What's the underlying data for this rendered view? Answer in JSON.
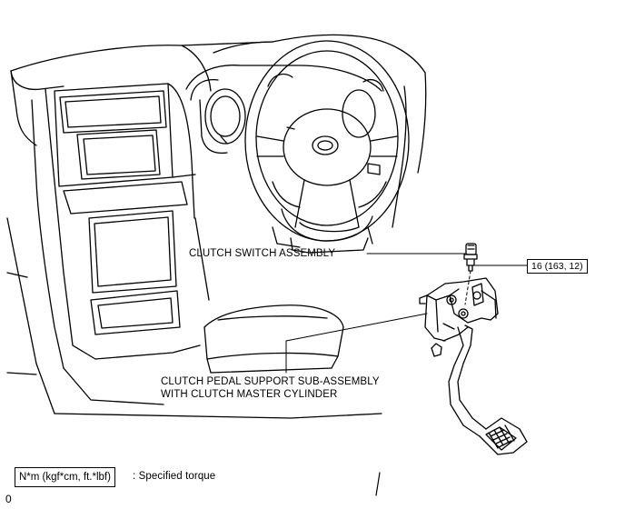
{
  "labels": {
    "clutch_switch": "CLUTCH SWITCH ASSEMBLY",
    "torque_value": "16 (163, 12)",
    "pedal_support_line1": "CLUTCH PEDAL SUPPORT SUB-ASSEMBLY",
    "pedal_support_line2": "WITH CLUTCH MASTER CYLINDER"
  },
  "legend": {
    "unit": "N*m (kgf*cm, ft.*lbf)",
    "description": ": Specified torque"
  },
  "corner_mark": "0",
  "colors": {
    "line": "#000000",
    "background": "#ffffff"
  }
}
